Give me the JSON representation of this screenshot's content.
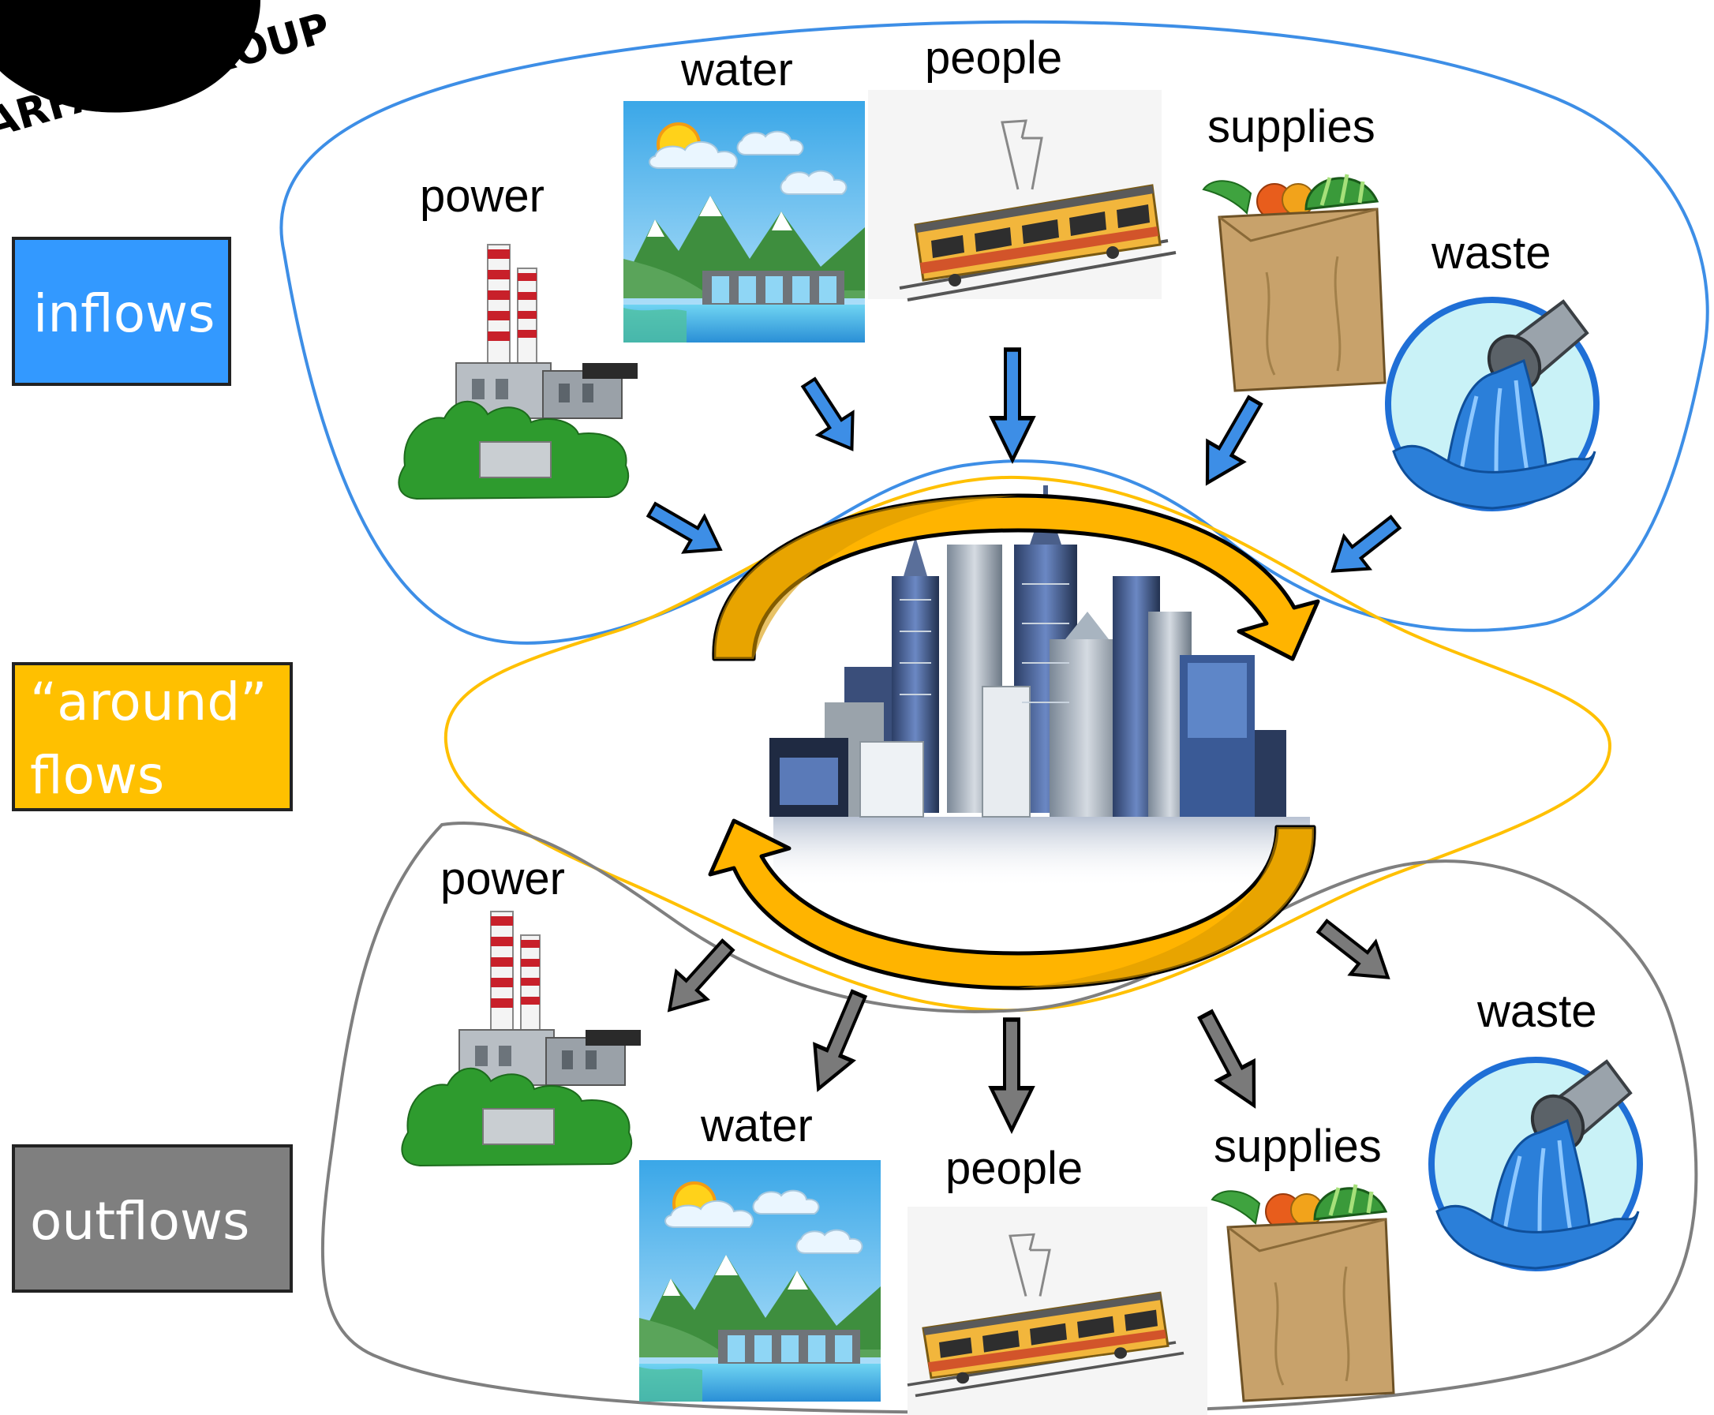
{
  "logo": {
    "text": "ARFARE GROUP"
  },
  "legend": {
    "inflows": {
      "label": "inflows",
      "color": "#3399ff"
    },
    "around": {
      "line1": "“around”",
      "line2": "flows",
      "color": "#ffc000"
    },
    "outflows": {
      "label": "outflows",
      "color": "#7f7f7f"
    }
  },
  "inflows": {
    "power": "power",
    "water": "water",
    "people": "people",
    "supplies": "supplies",
    "waste": "waste"
  },
  "outflows": {
    "power": "power",
    "water": "water",
    "people": "people",
    "supplies": "supplies",
    "waste": "waste"
  },
  "icons": {
    "power_plant": "power-plant-icon",
    "hydro_dam": "hydro-dam-icon",
    "tram": "tram-icon",
    "grocery_bag": "grocery-bag-icon",
    "waste_pipe": "waste-pipe-icon",
    "city": "city-skyline-icon"
  },
  "colors": {
    "inflow_arrow": "#3d8ee6",
    "outflow_arrow": "#7a7a7a",
    "around_arrow": "#ffb400",
    "inflow_boundary": "#3d8ee6",
    "around_boundary": "#ffc000",
    "outflow_boundary": "#7f7f7f"
  }
}
